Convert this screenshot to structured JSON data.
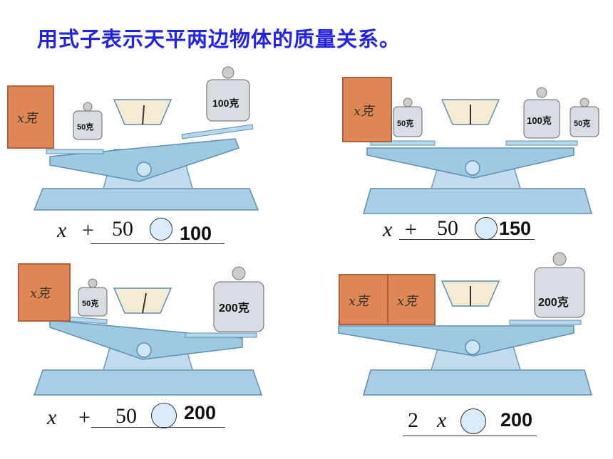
{
  "title": "用式子表示天平两边物体的质量关系。",
  "panels": [
    {
      "blocks": [
        "x克"
      ],
      "left_weights": [
        "50克"
      ],
      "right_weights": [
        "100克"
      ],
      "expr": {
        "x": "x",
        "op": "+",
        "n": "50"
      },
      "rhs": "100"
    },
    {
      "blocks": [
        "x克"
      ],
      "left_weights": [
        "50克"
      ],
      "right_weights": [
        "100克",
        "50克"
      ],
      "expr": {
        "x": "x",
        "op": "+",
        "n": "50"
      },
      "rhs": "150"
    },
    {
      "blocks": [
        "x克"
      ],
      "left_weights": [
        "50克"
      ],
      "right_weights": [
        "200克"
      ],
      "expr": {
        "x": "x",
        "op": "+",
        "n": "50"
      },
      "rhs": "200"
    },
    {
      "blocks": [
        "x克",
        "x克"
      ],
      "left_weights": [],
      "right_weights": [
        "200克"
      ],
      "expr": {
        "coef": "2",
        "x": "x"
      },
      "rhs": "200"
    }
  ]
}
